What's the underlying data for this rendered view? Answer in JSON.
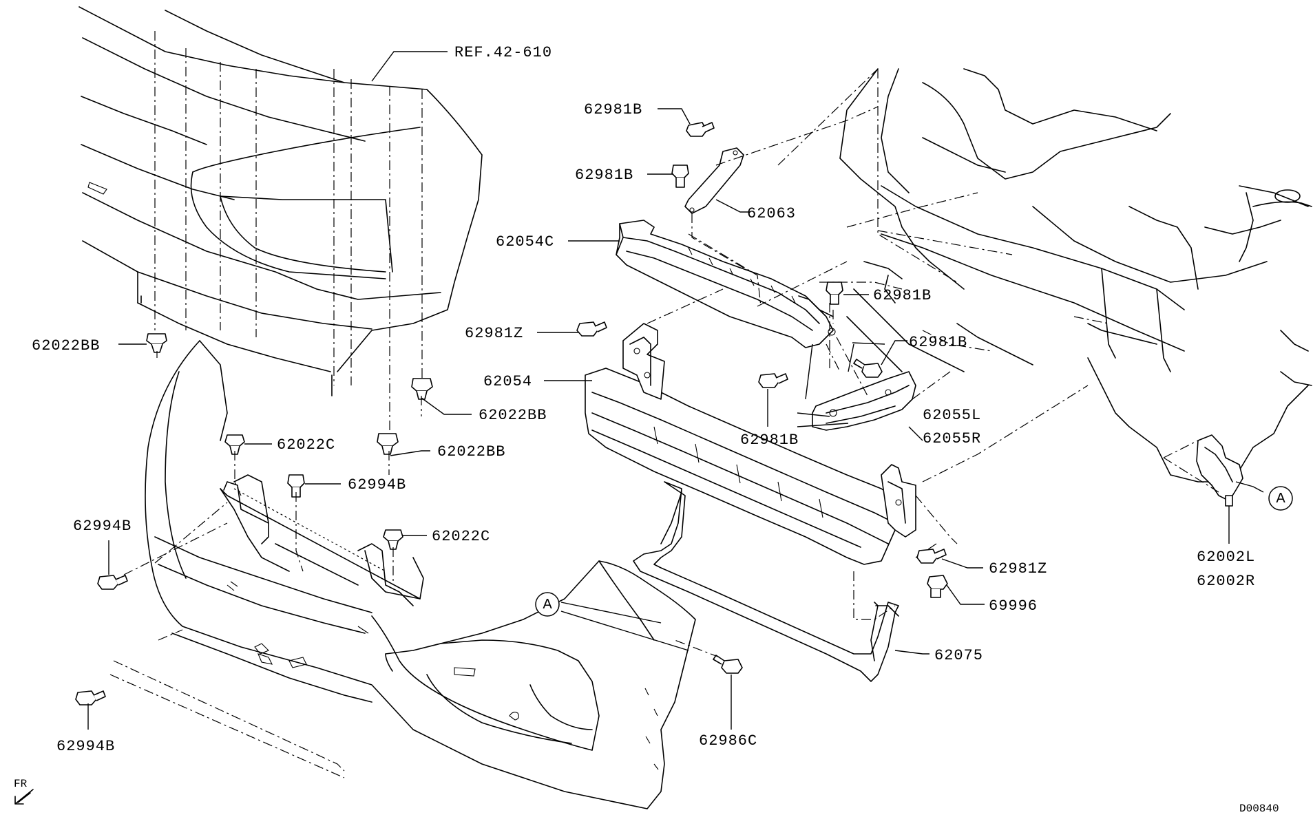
{
  "labels": {
    "ref": "REF.42-610",
    "p62981B_1": "62981B",
    "p62981B_2": "62981B",
    "p62063": "62063",
    "p62054C": "62054C",
    "p62981B_3": "62981B",
    "p62981Z_1": "62981Z",
    "p62981B_4": "62981B",
    "p62054": "62054",
    "p62055L": "62055L",
    "p62055R": "62055R",
    "p62981B_5": "62981B",
    "p62022BB_1": "62022BB",
    "p62022BB_2": "62022BB",
    "p62022BB_3": "62022BB",
    "p62022C_1": "62022C",
    "p62994B_1": "62994B",
    "p62022C_2": "62022C",
    "p62994B_2": "62994B",
    "p62994B_3": "62994B",
    "p62981Z_2": "62981Z",
    "p69996": "69996",
    "p62075": "62075",
    "p62986C": "62986C",
    "p62002L": "62002L",
    "p62002R": "62002R",
    "callout_a": "A",
    "fr": "FR",
    "code": "D00840"
  }
}
